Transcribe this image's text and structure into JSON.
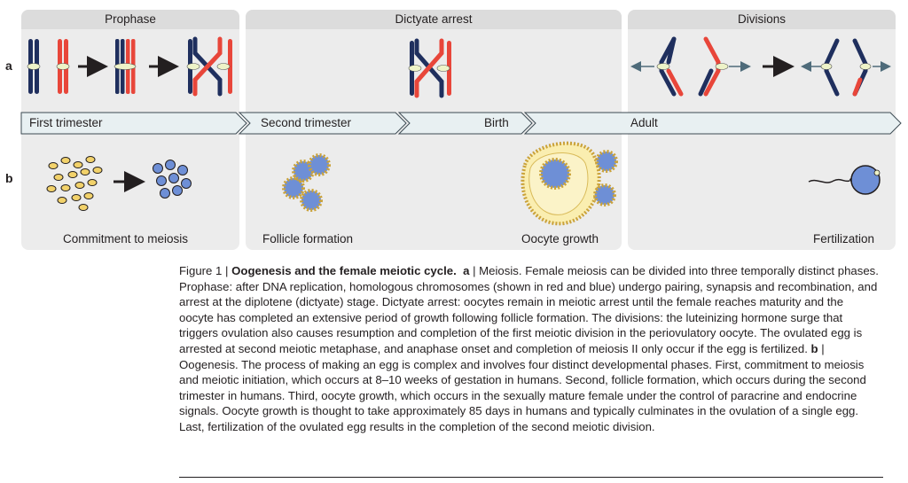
{
  "panels": [
    {
      "header": "Prophase"
    },
    {
      "header": "Dictyate arrest"
    },
    {
      "header": "Divisions"
    }
  ],
  "row_labels": {
    "a": "a",
    "b": "b"
  },
  "timeline": [
    "First trimester",
    "Second trimester",
    "Birth",
    "Adult"
  ],
  "stages": [
    "Commitment to meiosis",
    "Follicle formation",
    "Oocyte growth",
    "Fertilization"
  ],
  "colors": {
    "red_chromosome": "#e8463a",
    "blue_chromosome": "#1f2f5e",
    "centromere": "#eef3c8",
    "oocyte": "#6e8fd6",
    "follicle_cell": "#f2d26b",
    "panel_bg": "#ececec",
    "timeline_arrow": "#e8f0f2"
  },
  "caption": {
    "fig_label": "Figure 1 | ",
    "title": "Oogenesis and the female meiotic cycle.",
    "part_a_label": "a",
    "part_a_text": " | Meiosis. Female meiosis can be divided into three temporally distinct phases. Prophase: after DNA replication, homologous chromosomes (shown in red and blue) undergo pairing, synapsis and recombination, and arrest at the diplotene (dictyate) stage. Dictyate arrest: oocytes remain in meiotic arrest until the female reaches maturity and the oocyte has completed an extensive period of growth following follicle formation. The divisions: the luteinizing hormone surge that triggers ovulation also causes resumption and completion of the first meiotic division in the periovulatory oocyte. The ovulated egg is arrested at second meiotic metaphase, and anaphase onset and completion of meiosis II only occur if the egg is fertilized.",
    "part_b_label": "b",
    "part_b_text": " | Oogenesis. The process of making an egg is complex and involves four distinct developmental phases. First, commitment to meiosis and meiotic initiation, which occurs at 8–10 weeks of gestation in humans. Second, follicle formation, which occurs during the second trimester in humans. Third, oocyte growth, which occurs in the sexually mature female under the control of paracrine and endocrine signals. Oocyte growth is thought to take approximately 85 days in humans and typically culminates in the ovulation of a single egg. Last, fertilization of the ovulated egg results in the completion of the second meiotic division."
  }
}
